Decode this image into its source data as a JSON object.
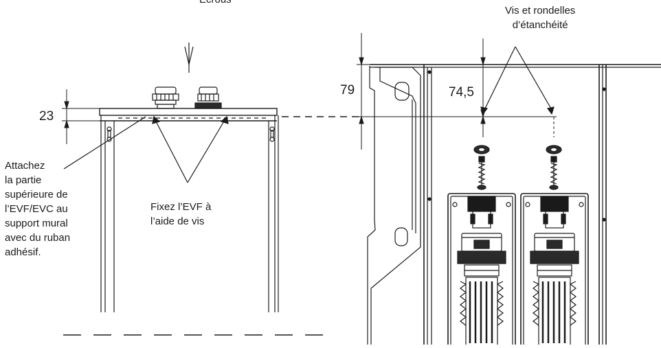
{
  "labels": {
    "ecrous": "Écrous",
    "vis_rondelles": "Vis et rondelles\nd’étanchéité",
    "dim_79": "79",
    "dim_74_5": "74,5",
    "dim_23": "23",
    "attachez": "Attachez\nla partie\nsupérieure de\nl’EVF/EVC au\nsupport mural\navec du ruban\nadhésif.",
    "fixez": "Fixez l’EVF à\nl’aide de vis"
  }
}
